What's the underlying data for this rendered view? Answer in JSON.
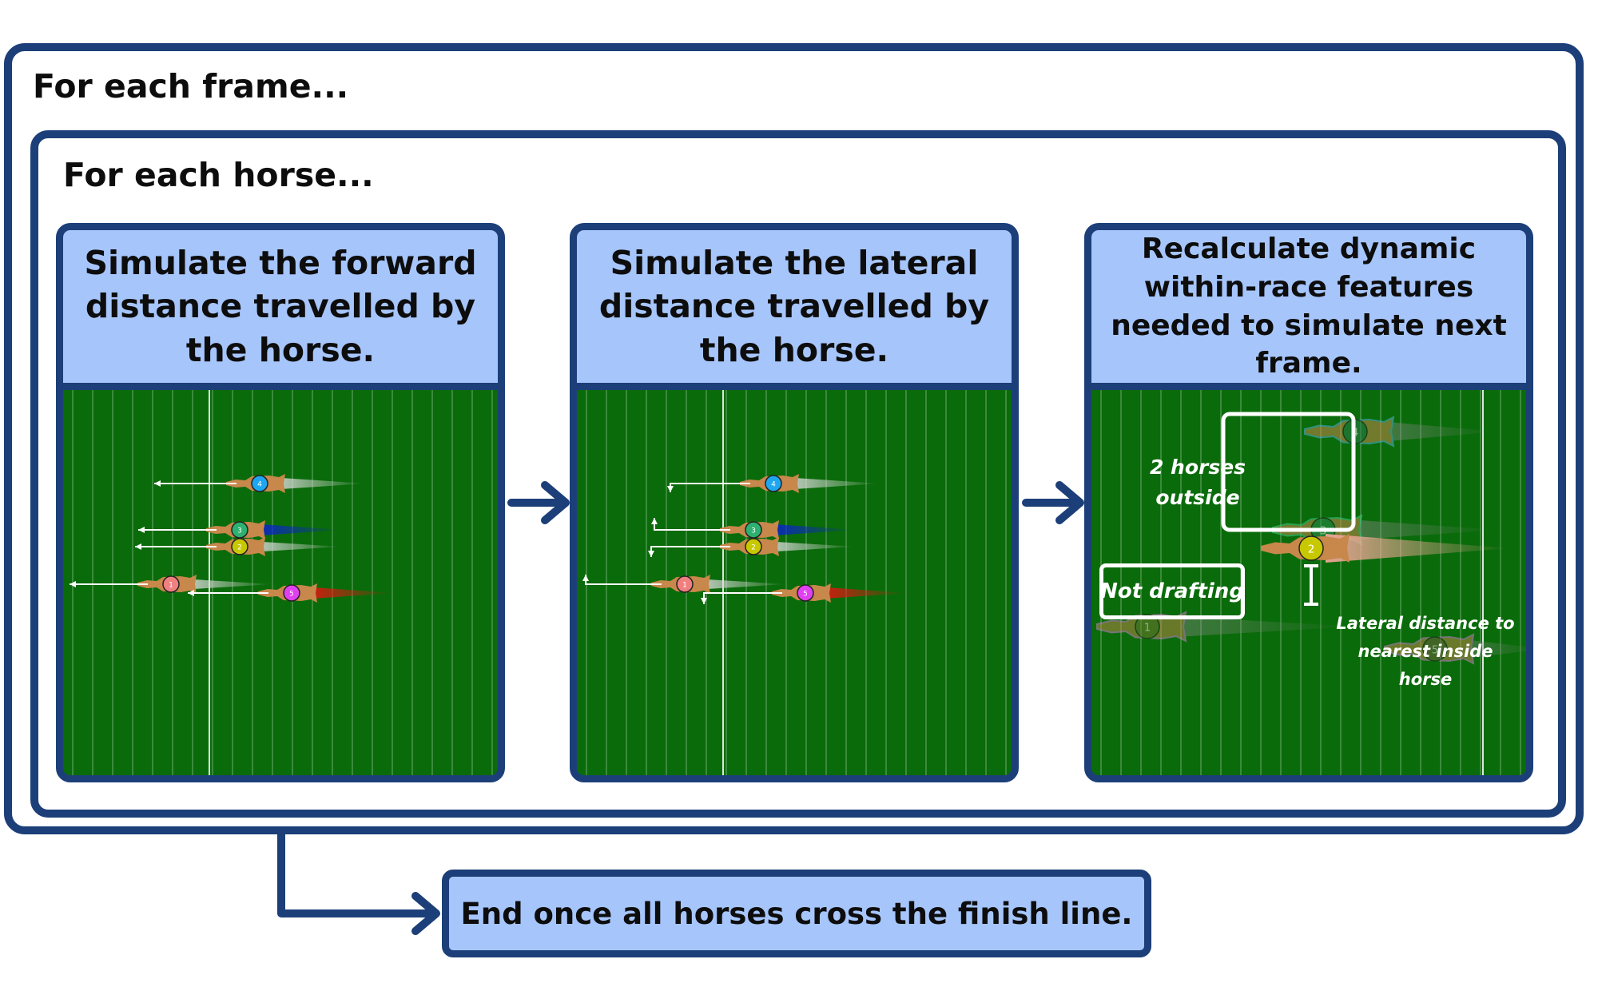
{
  "outer_loop": {
    "label": "For each frame..."
  },
  "inner_loop": {
    "label": "For each horse..."
  },
  "steps": [
    {
      "title": "Simulate the forward distance travelled by the horse."
    },
    {
      "title": "Simulate the lateral distance travelled by the horse."
    },
    {
      "title": "Recalculate dynamic within-race features needed to simulate next frame."
    }
  ],
  "panel3_annotations": {
    "horses_outside": "2 horses outside",
    "not_drafting": "Not drafting",
    "lateral_distance": "Lateral distance to nearest inside horse"
  },
  "horse_numbers": [
    "1",
    "2",
    "3",
    "4",
    "5"
  ],
  "end_step": {
    "label": "End once all horses cross the finish line."
  },
  "colors": {
    "frame_border": "#1c3f79",
    "header_fill": "#a6c5fb",
    "turf": "#0a6b0a",
    "horse_body": "#c8874b",
    "saddle_1": "#f08080",
    "saddle_2": "#c8c800",
    "saddle_3": "#2db070",
    "saddle_4": "#1ea7f0",
    "saddle_5": "#e040f0"
  }
}
